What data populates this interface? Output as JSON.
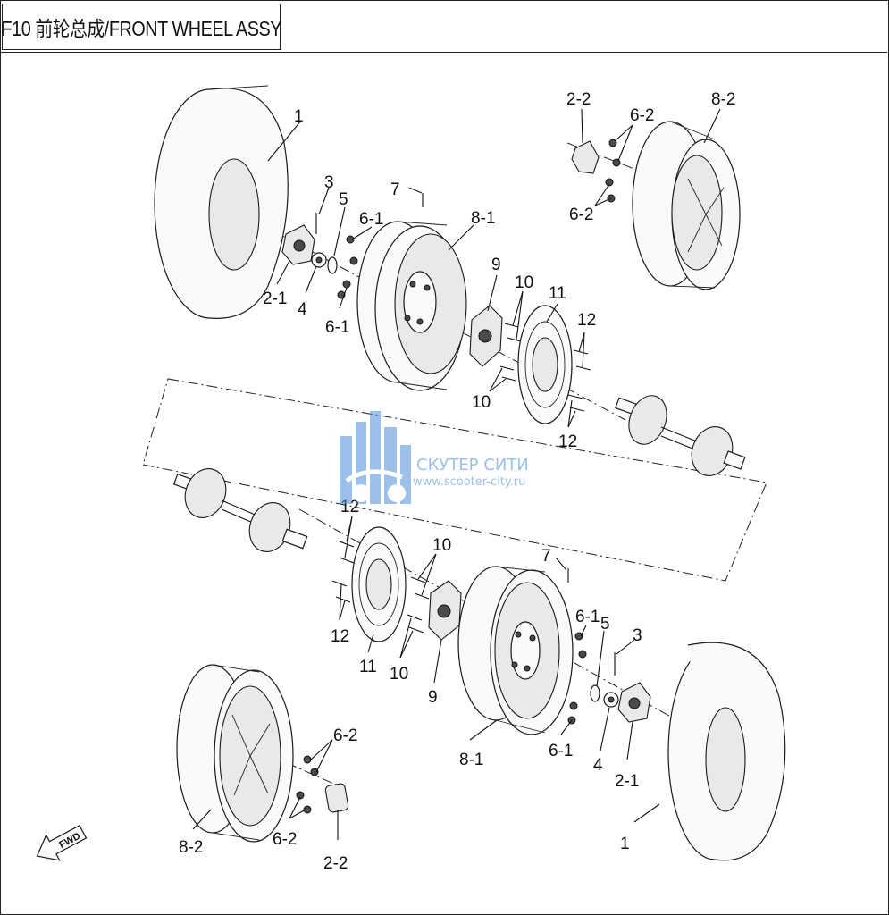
{
  "header": {
    "title": "F10 前轮总成/FRONT WHEEL ASSY"
  },
  "watermark": {
    "name": "СКУТЕР СИТИ",
    "url": "www.scooter-city.ru",
    "color": "#4a90d9"
  },
  "direction_badge": {
    "text": "FWD"
  },
  "callouts": {
    "upper_right": [
      "2-2",
      "6-2",
      "8-2",
      "6-2"
    ],
    "upper_left": [
      "1",
      "3",
      "5",
      "7",
      "6-1",
      "8-1",
      "2-1",
      "4",
      "6-1",
      "9",
      "10",
      "11",
      "12",
      "10",
      "12"
    ],
    "lower_right": [
      "12",
      "10",
      "7",
      "6-1",
      "5",
      "3",
      "12",
      "11",
      "10",
      "9",
      "6-1",
      "4",
      "2-1",
      "8-1",
      "1"
    ],
    "lower_left": [
      "6-2",
      "6-2",
      "8-2",
      "2-2"
    ]
  }
}
